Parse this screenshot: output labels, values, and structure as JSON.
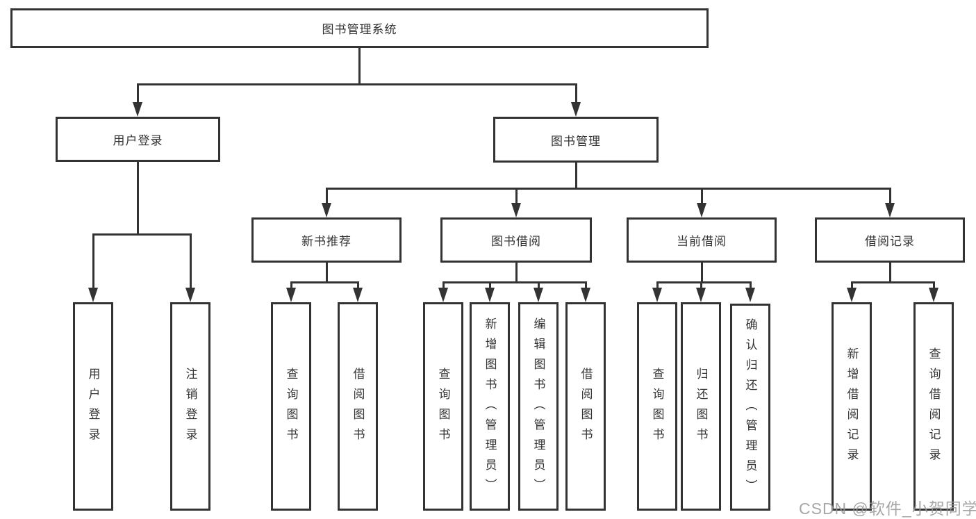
{
  "tree": {
    "root": "图书管理系统",
    "user_login": {
      "label": "用户登录",
      "children": [
        "用户登录",
        "注销登录"
      ]
    },
    "book_mgmt": {
      "label": "图书管理",
      "sections": [
        {
          "label": "新书推荐",
          "children": [
            "查询图书",
            "借阅图书"
          ]
        },
        {
          "label": "图书借阅",
          "children": [
            "查询图书",
            "新增图书（管理员）",
            "编辑图书（管理员）",
            "借阅图书"
          ]
        },
        {
          "label": "当前借阅",
          "children": [
            "查询图书",
            "归还图书",
            "确认归还（管理员）"
          ]
        },
        {
          "label": "借阅记录",
          "children": [
            "新增借阅记录",
            "查询借阅记录"
          ]
        }
      ]
    }
  },
  "watermark": {
    "text": "CSDN @软件_小贺同学"
  },
  "colors": {
    "line": "#333333",
    "box_background": "#ffffff",
    "watermark": "#969696"
  }
}
